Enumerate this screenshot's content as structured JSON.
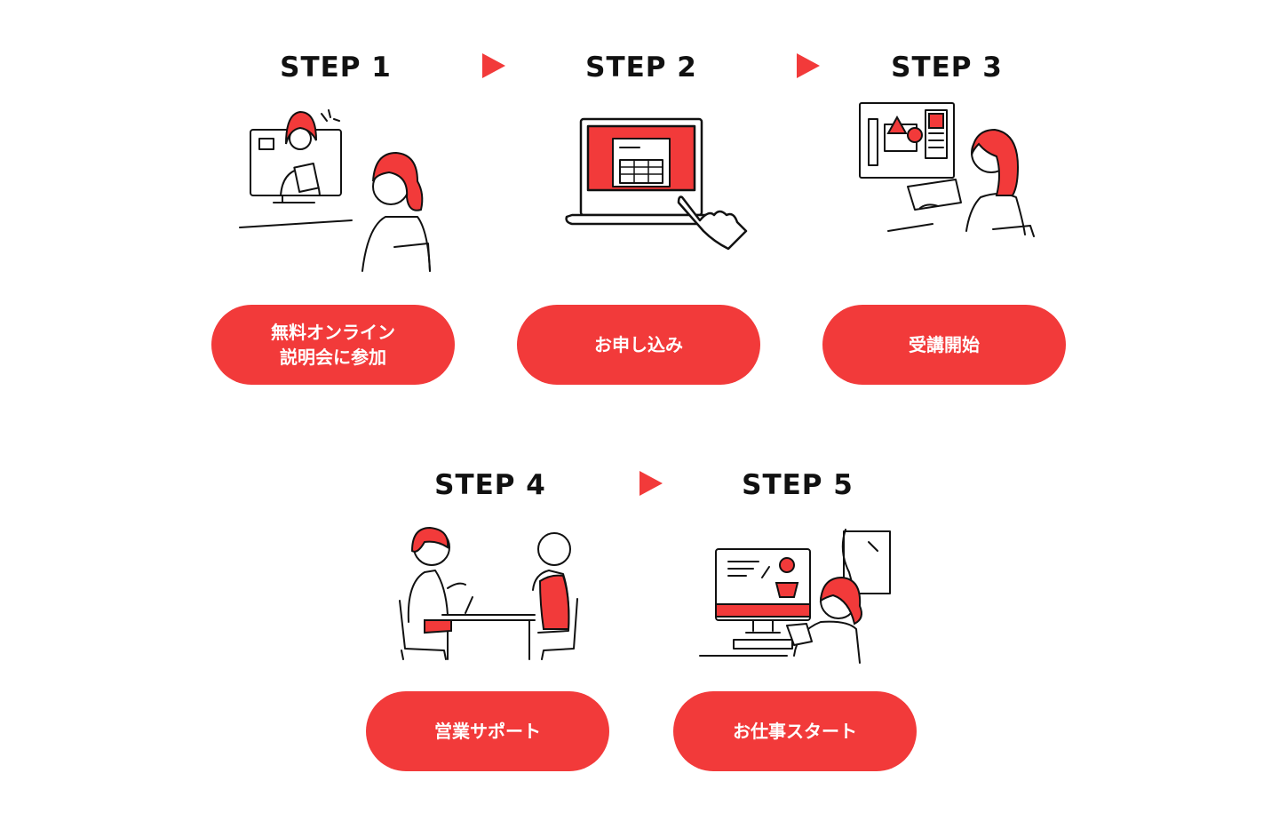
{
  "colors": {
    "accent": "#f23a3a",
    "text": "#111111",
    "background": "#ffffff"
  },
  "steps": [
    {
      "title": "STEP 1",
      "label_line1": "無料オンライン",
      "label_line2": "説明会に参加",
      "icon": "video-meeting-icon"
    },
    {
      "title": "STEP 2",
      "label": "お申し込み",
      "icon": "laptop-apply-icon"
    },
    {
      "title": "STEP 3",
      "label": "受講開始",
      "icon": "online-course-icon"
    },
    {
      "title": "STEP 4",
      "label": "営業サポート",
      "icon": "sales-meeting-icon"
    },
    {
      "title": "STEP 5",
      "label": "お仕事スタート",
      "icon": "work-start-icon"
    }
  ]
}
